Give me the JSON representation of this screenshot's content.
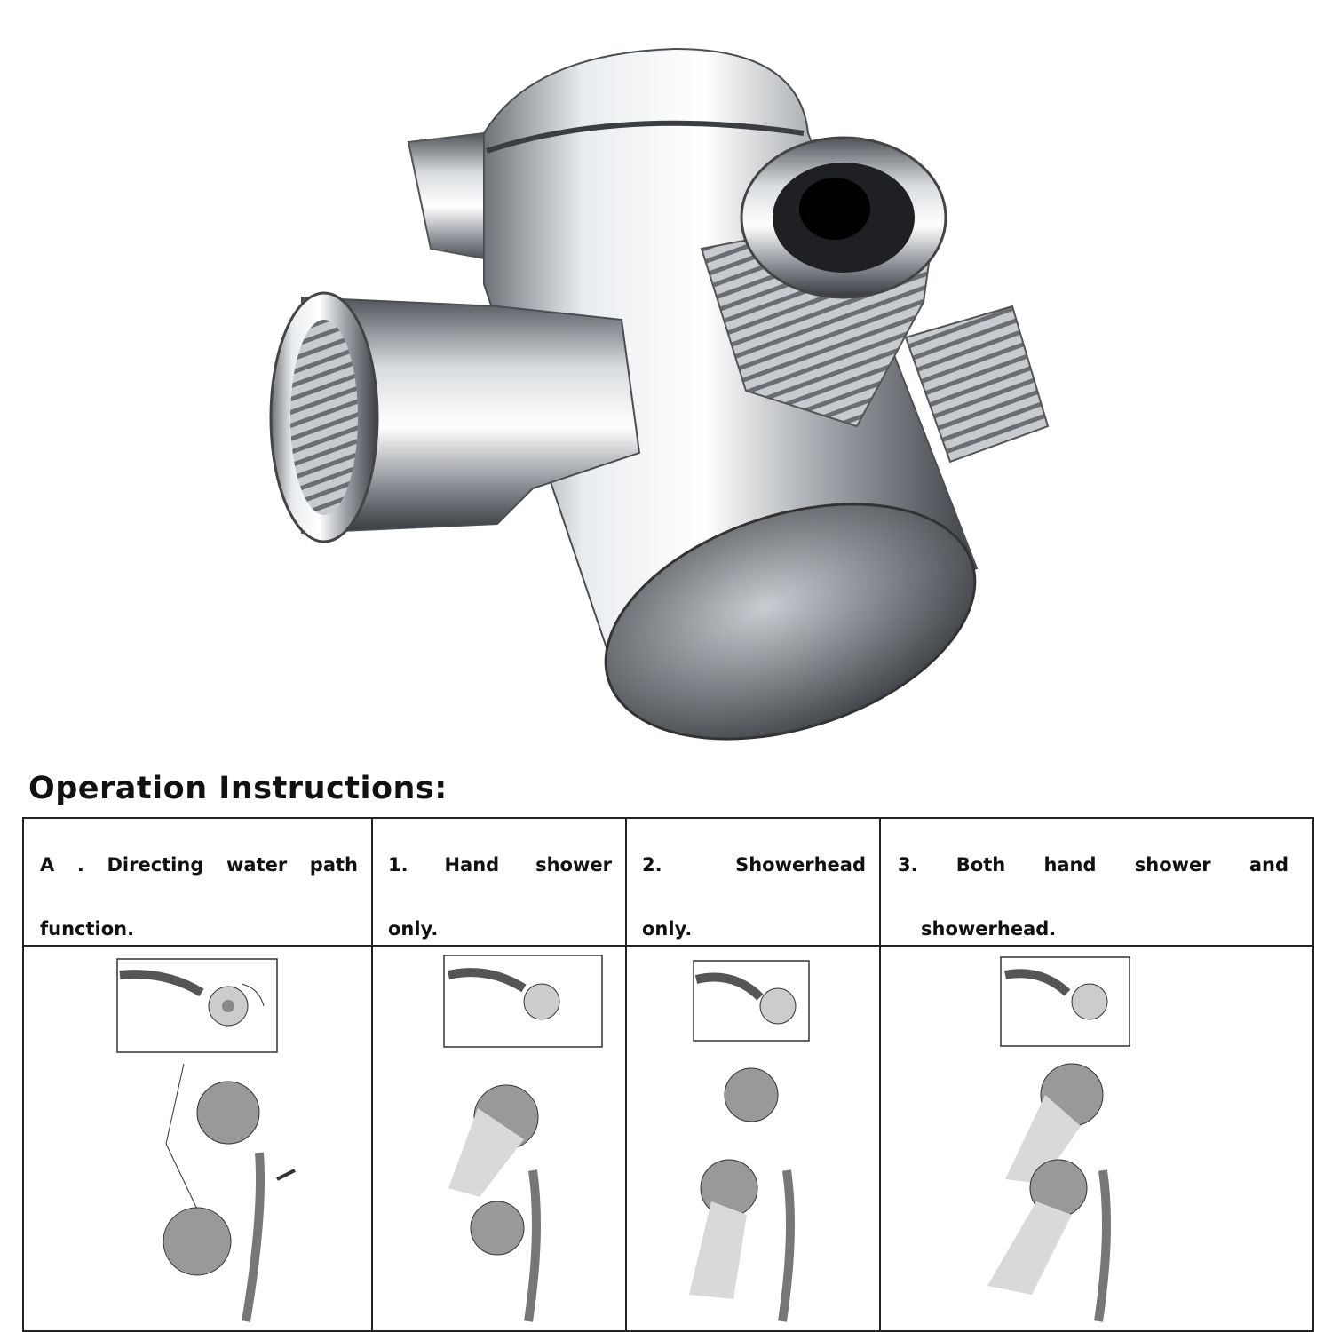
{
  "product_icon": "shower-diverter-valve-icon",
  "title": "Operation Instructions:",
  "columns": [
    {
      "line1": "A . Directing water path",
      "line2": "function.",
      "diagram_icon": "water-path-diagram-icon"
    },
    {
      "line1": "1.  Hand shower",
      "line2": "only.",
      "diagram_icon": "hand-shower-diagram-icon"
    },
    {
      "line1": "2.  Showerhead",
      "line2": "only.",
      "diagram_icon": "showerhead-diagram-icon"
    },
    {
      "line1": "3.  Both hand shower and",
      "line2": "showerhead.",
      "diagram_icon": "both-diagram-icon"
    }
  ]
}
